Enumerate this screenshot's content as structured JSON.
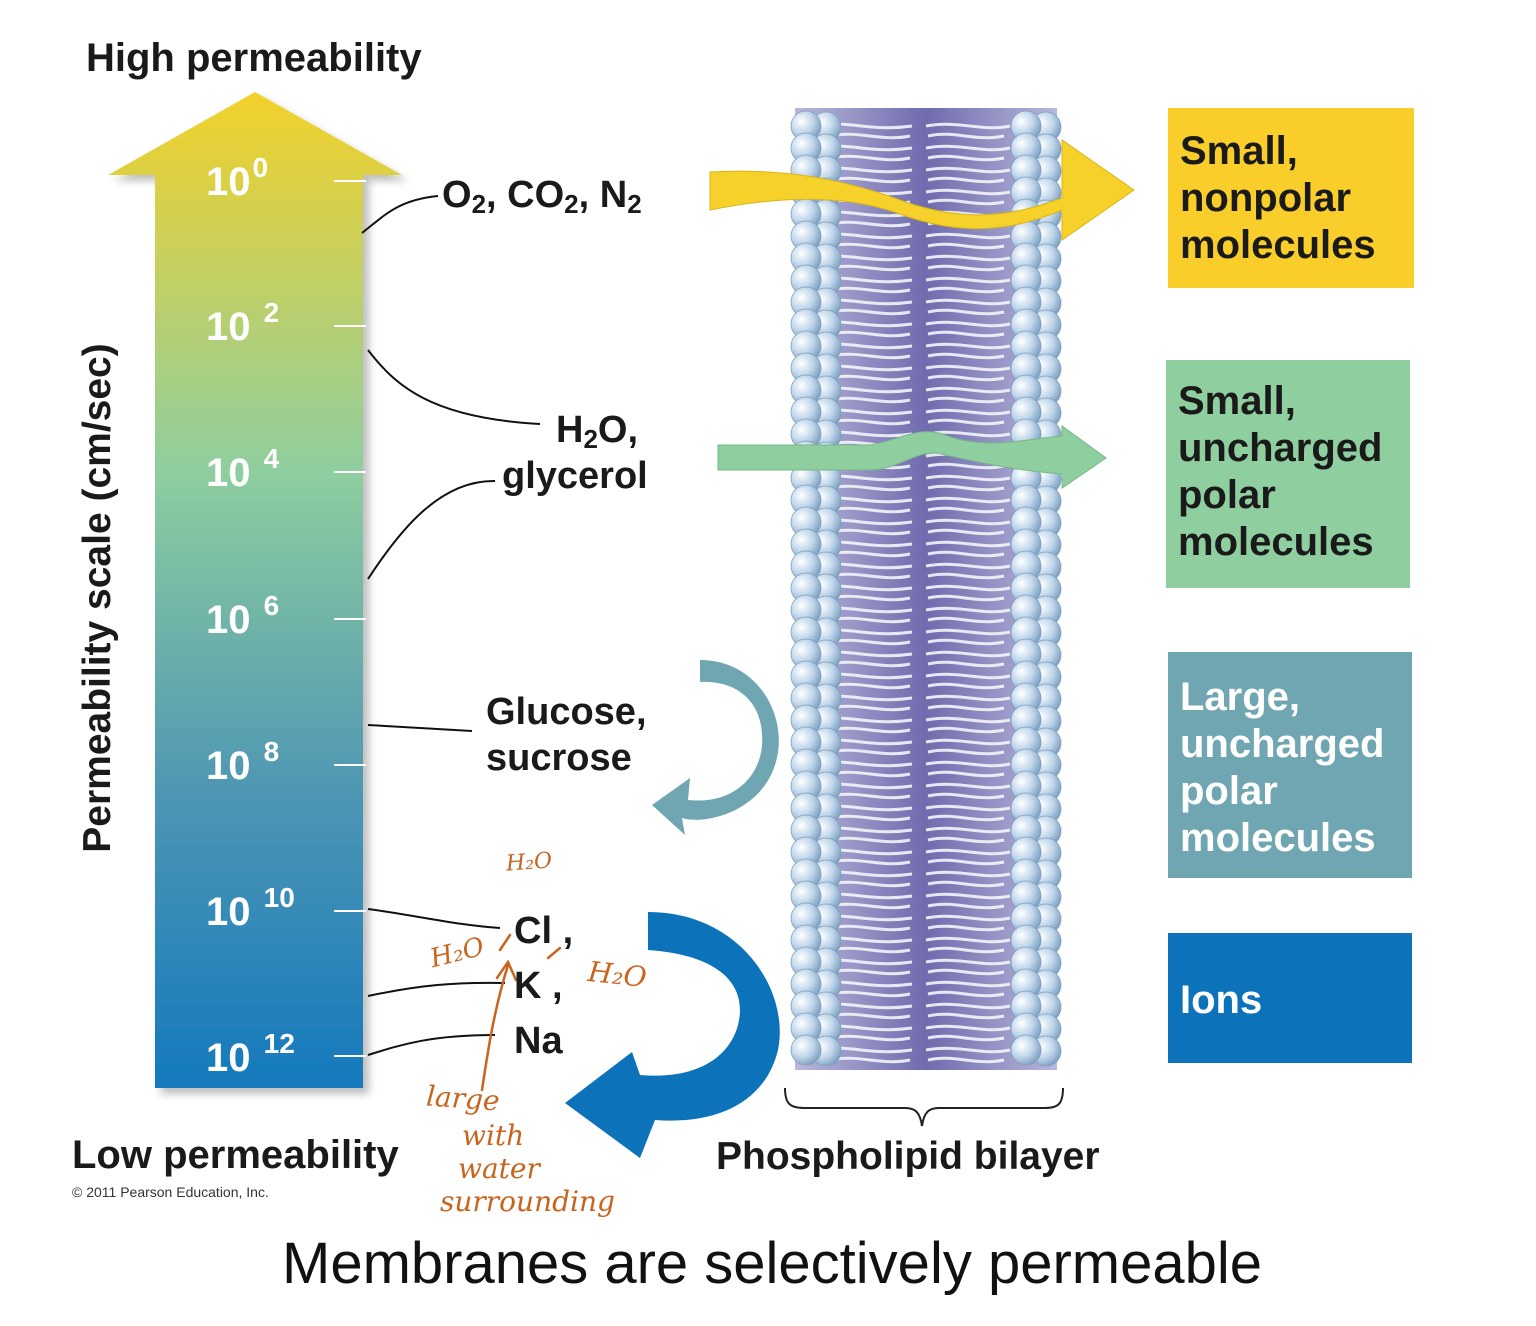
{
  "scale": {
    "top_label": "High permeability",
    "bottom_label": "Low permeability",
    "axis_label": "Permeability scale (cm/sec)",
    "ticks": [
      {
        "base": "10",
        "exp": "0"
      },
      {
        "base": "10",
        "exp": "2"
      },
      {
        "base": "10",
        "exp": "4"
      },
      {
        "base": "10",
        "exp": "6"
      },
      {
        "base": "10",
        "exp": "8"
      },
      {
        "base": "10",
        "exp": "10"
      },
      {
        "base": "10",
        "exp": "12"
      }
    ]
  },
  "molecules": {
    "gases": {
      "o": "O",
      "o_sub": "2",
      "co": ", CO",
      "co_sub": "2",
      "n": ", N",
      "n_sub": "2"
    },
    "water": {
      "h": "H",
      "h_sub": "2",
      "rest": "O,",
      "line2": "glycerol"
    },
    "sugars": {
      "line1": "Glucose,",
      "line2": "sucrose"
    },
    "ions": {
      "cl": "Cl",
      "cl_comma": ",",
      "k": "K",
      "k_comma": ",",
      "na": "Na"
    }
  },
  "categories": [
    {
      "lines": [
        "Small,",
        "nonpolar",
        "molecules"
      ],
      "color": "#F9CE2A",
      "text_color": "#1a1a1a"
    },
    {
      "lines": [
        "Small,",
        "uncharged",
        "polar",
        "molecules"
      ],
      "color": "#8FCE9F",
      "text_color": "#1a1a1a"
    },
    {
      "lines": [
        "Large,",
        "uncharged",
        "polar",
        "molecules"
      ],
      "color": "#6FA6B2",
      "text_color": "#ffffff"
    },
    {
      "lines": [
        "Ions"
      ],
      "color": "#0C72B9",
      "text_color": "#ffffff"
    }
  ],
  "bilayer_label": "Phospholipid bilayer",
  "copyright": "© 2011 Pearson Education, Inc.",
  "slide_title": "Membranes are selectively permeable",
  "handwriting": {
    "h2o_top": "H₂O",
    "h2o_left": "H₂O",
    "h2o_right": "H₂O",
    "note": [
      "large",
      "with",
      "water",
      "surrounding"
    ]
  },
  "colors": {
    "scale_top": "#F3D12A",
    "scale_mid": "#8FCE9F",
    "scale_bottom": "#1479BD",
    "ink": "#C8641E",
    "bilayer_core": "#7F7CB6",
    "head": "#BFD6EA"
  }
}
